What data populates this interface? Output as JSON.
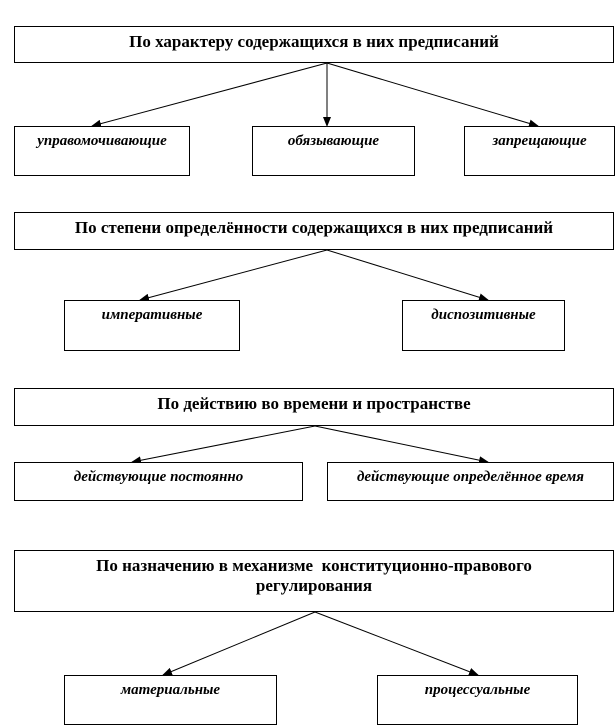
{
  "groups": [
    {
      "heading": "По характеру содержащихся в них предписаний",
      "items": [
        "управомочивающие",
        "обязывающие",
        "запрещающие"
      ]
    },
    {
      "heading": "По степени определённости содержащихся в них предписаний",
      "items": [
        "императивные",
        "диспозитивные"
      ]
    },
    {
      "heading": "По действию во времени и пространстве",
      "items": [
        "действующие постоянно",
        "действующие определённое время"
      ]
    },
    {
      "heading_line1": "По назначению в механизме  конституционно-правового",
      "heading_line2": "регулирования",
      "items": [
        "материальные",
        "процессуальные"
      ]
    }
  ],
  "colors": {
    "line": "#000000",
    "box_border": "#000000",
    "background": "#ffffff"
  }
}
